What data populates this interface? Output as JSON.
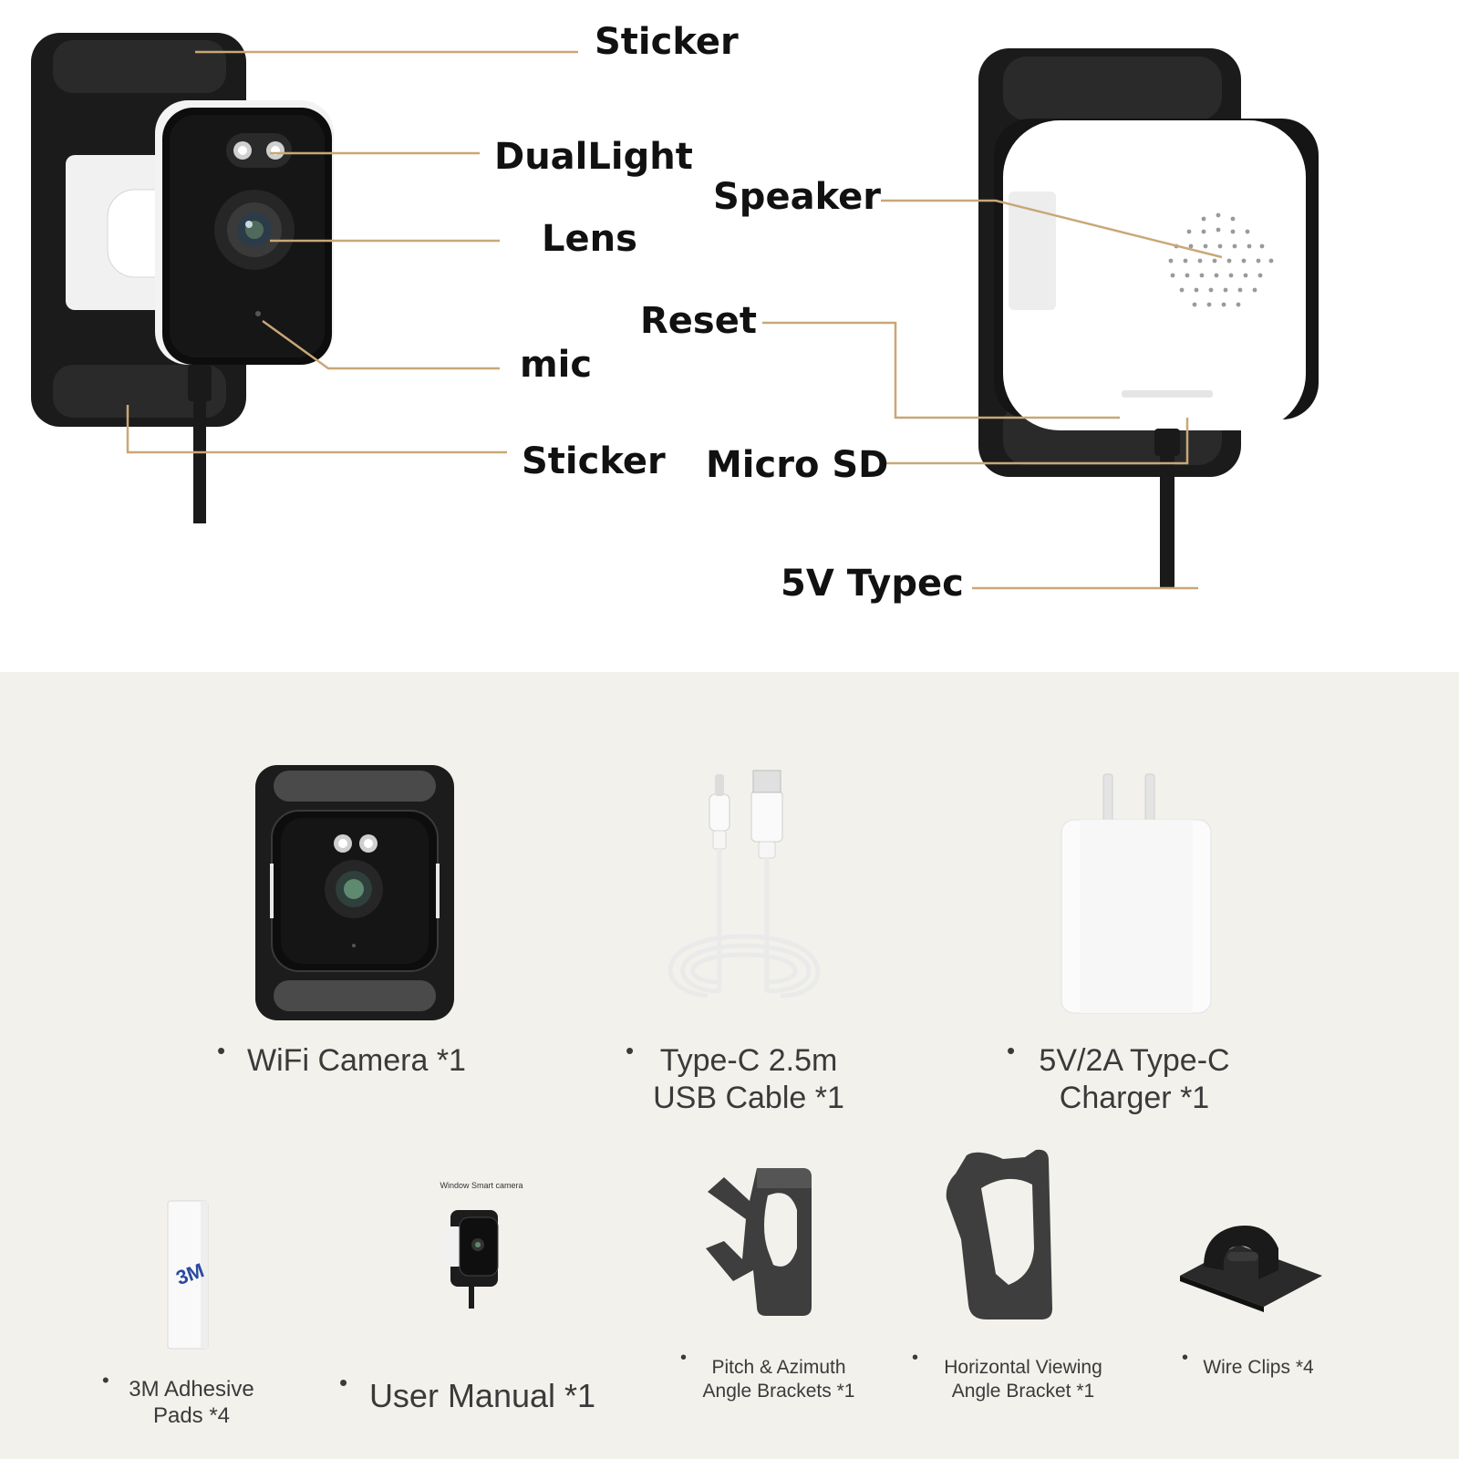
{
  "diagram": {
    "labels": {
      "sticker_top": "Sticker",
      "dual_light": "DualLight",
      "lens": "Lens",
      "mic": "mic",
      "sticker_bottom": "Sticker",
      "speaker": "Speaker",
      "reset": "Reset",
      "micro_sd": "Micro SD",
      "typec": "5V Typec"
    },
    "leader_color": "#c9a778"
  },
  "package": {
    "bullet": "•",
    "items": [
      {
        "name": "wifi-camera",
        "lines": [
          "WiFi Camera *1"
        ]
      },
      {
        "name": "usb-cable",
        "lines": [
          "Type-C 2.5m",
          "USB Cable *1"
        ]
      },
      {
        "name": "charger",
        "lines": [
          "5V/2A Type-C",
          "Charger *1"
        ]
      },
      {
        "name": "adhesive-pads",
        "lines": [
          "3M Adhesive",
          "Pads *4"
        ],
        "logo": "3M"
      },
      {
        "name": "user-manual",
        "lines": [
          "User Manual *1"
        ],
        "cover_title": "Window Smart camera"
      },
      {
        "name": "pitch-brackets",
        "lines": [
          "Pitch & Azimuth",
          "Angle Brackets *1"
        ]
      },
      {
        "name": "horizontal-bracket",
        "lines": [
          "Horizontal Viewing",
          "Angle Bracket *1"
        ]
      },
      {
        "name": "wire-clips",
        "lines": [
          "Wire Clips *4"
        ]
      }
    ],
    "background": "#f2f1ec"
  }
}
